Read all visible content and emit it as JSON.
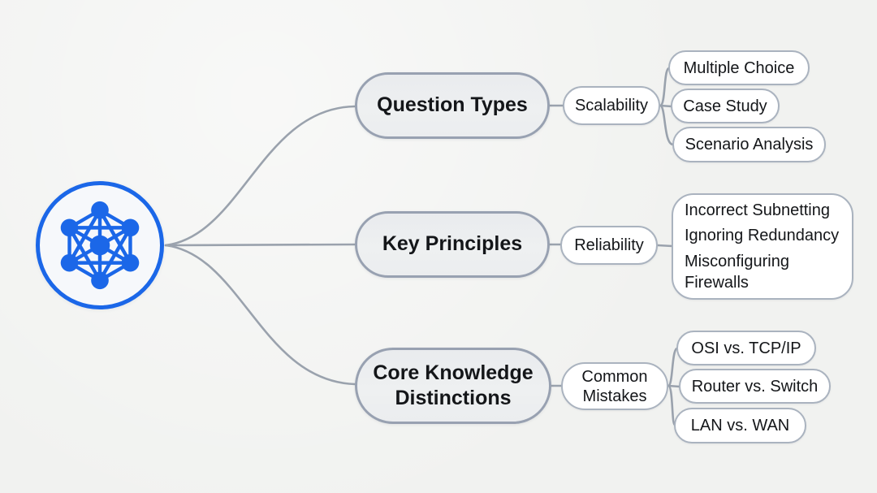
{
  "colors": {
    "background": "#f1f2f0",
    "accent_blue": "#1b67e8",
    "main_node_fill": "#ebedef",
    "main_node_border": "#98a1b1",
    "leaf_fill": "#ffffff",
    "leaf_border": "#aab3bf",
    "connector_gray": "#9aa2ad",
    "text": "#141619"
  },
  "root": {
    "icon": "network-graph-icon"
  },
  "branches": [
    {
      "label": "Question Types",
      "child": "Scalability",
      "leaves": [
        "Multiple Choice",
        "Case Study",
        "Scenario Analysis"
      ]
    },
    {
      "label": "Key Principles",
      "child": "Reliability",
      "group_items": [
        "Incorrect Subnetting",
        "Ignoring Redundancy",
        "Misconfiguring Firewalls"
      ]
    },
    {
      "label": "Core Knowledge Distinctions",
      "child": "Common Mistakes",
      "leaves": [
        "OSI vs. TCP/IP",
        "Router vs. Switch",
        "LAN vs. WAN"
      ]
    }
  ]
}
